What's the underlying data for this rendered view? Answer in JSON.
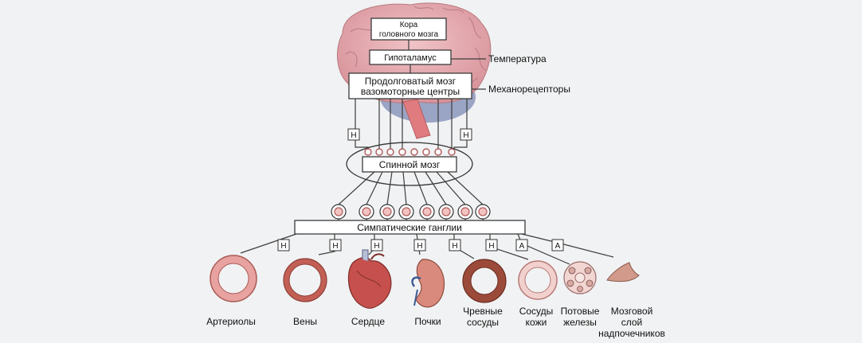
{
  "brain": {
    "cortex_line1": "Кора",
    "cortex_line2": "головного мозга",
    "hypothalamus": "Гипоталамус",
    "medulla_line1": "Продолговатый мозг",
    "medulla_line2": "вазомоторные центры"
  },
  "side_labels": {
    "temperature": "Температура",
    "mechanoreceptors": "Механорецепторы"
  },
  "spinal_cord": "Спинной мозг",
  "ganglia": "Симпатические ганглии",
  "tags": {
    "upper_left": "Н",
    "upper_right": "Н",
    "n": "Н",
    "a": "А"
  },
  "targets": {
    "arterioles": "Артериолы",
    "veins": "Вены",
    "heart": "Сердце",
    "kidneys": "Почки",
    "visceral_line1": "Чревные",
    "visceral_line2": "сосуды",
    "skin_line1": "Сосуды",
    "skin_line2": "кожи",
    "sweat_line1": "Потовые",
    "sweat_line2": "железы",
    "adrenal_line1": "Мозговой",
    "adrenal_line2": "слой",
    "adrenal_line3": "надпочечников"
  },
  "colors": {
    "brain": "#e3a7ad",
    "cerebellum": "#9aa4c4",
    "brainstem": "#e07c80",
    "vessel_wall": "#e8a3a0",
    "vessel_dark": "#c26055",
    "background": "#f1f2f3"
  }
}
